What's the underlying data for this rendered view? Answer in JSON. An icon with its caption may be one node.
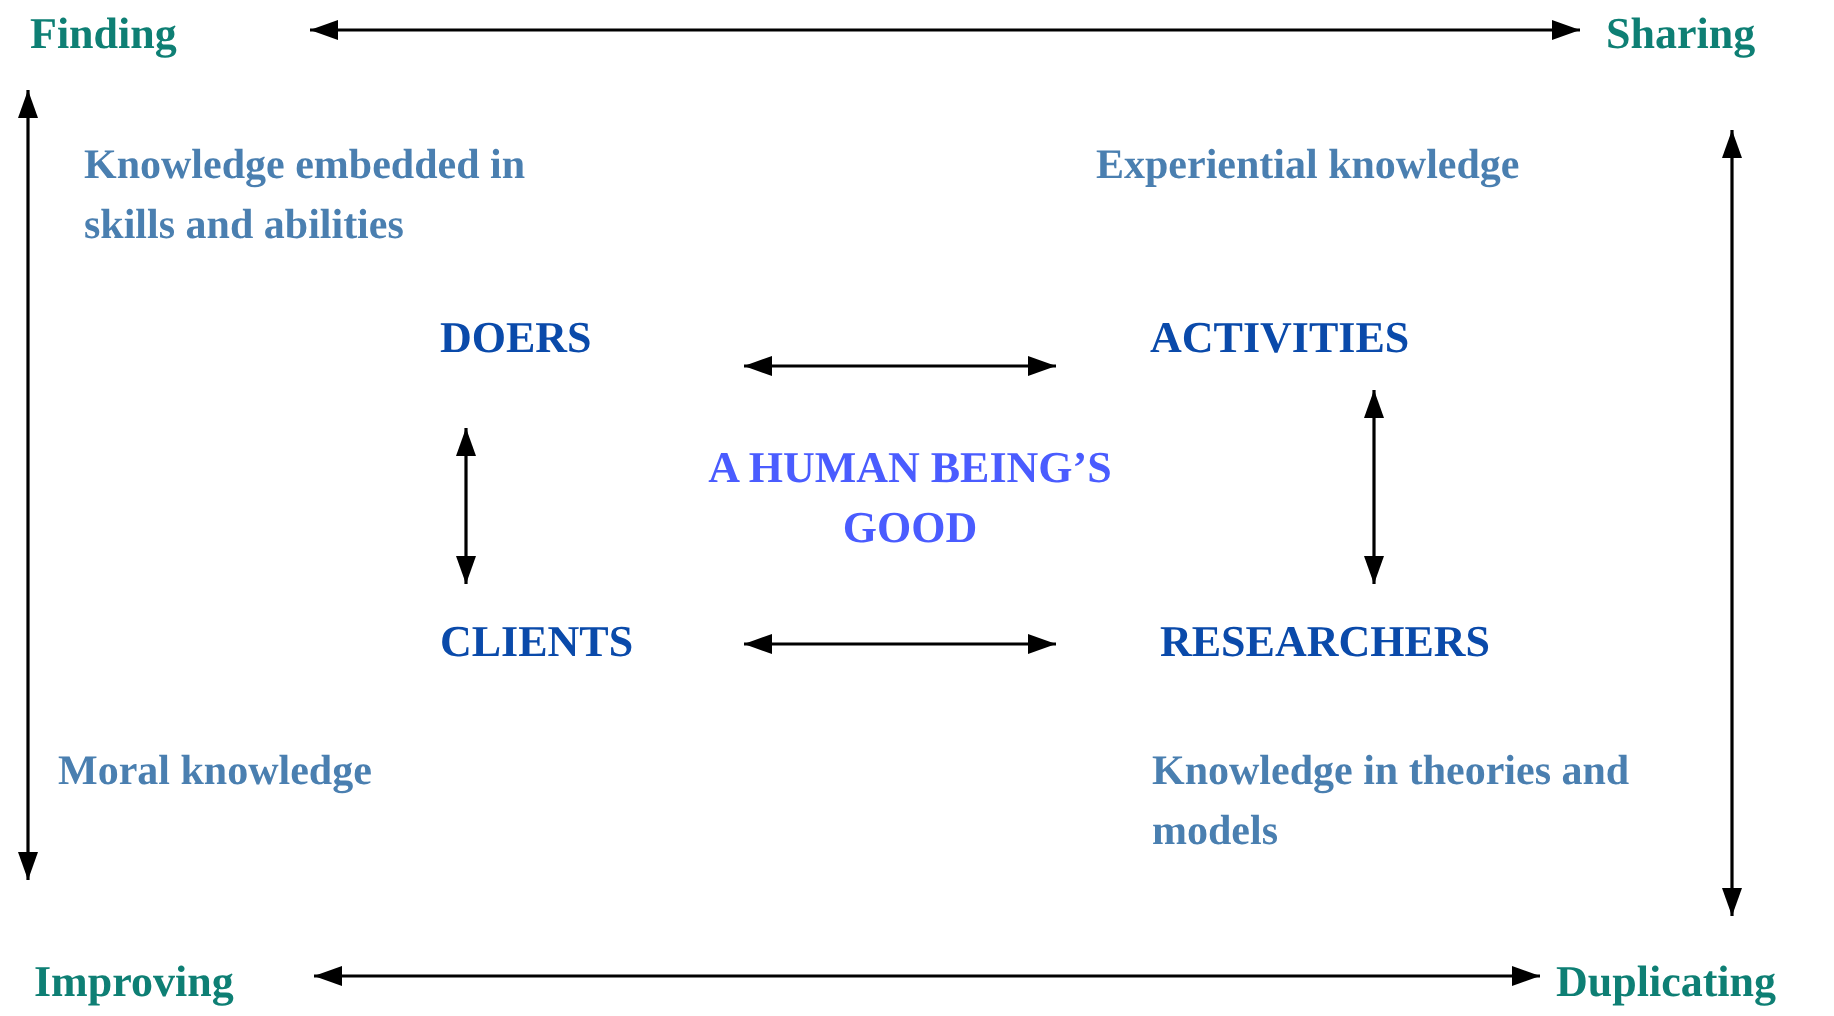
{
  "diagram": {
    "nodes": [
      {
        "text": [
          "Finding"
        ]
      },
      {
        "text": [
          "Sharing"
        ]
      },
      {
        "text": [
          "DOERS"
        ]
      },
      {
        "text": [
          "ACTIVITIES"
        ]
      },
      {
        "text": [
          "CLIENTS"
        ]
      },
      {
        "text": [
          "RESEARCHERS"
        ]
      },
      {
        "text": [
          "Improving"
        ]
      },
      {
        "text": [
          "Duplicating"
        ]
      }
    ],
    "edges": [
      {
        "from": 0,
        "to": 1,
        "arrow": "both"
      },
      {
        "from": 0,
        "to": 6,
        "arrow": "both"
      },
      {
        "from": 1,
        "to": 7,
        "arrow": "both"
      },
      {
        "from": 2,
        "to": 3,
        "arrow": "both"
      },
      {
        "from": 2,
        "to": 4,
        "arrow": "both"
      },
      {
        "from": 3,
        "to": 5,
        "arrow": "both"
      },
      {
        "from": 4,
        "to": 5,
        "arrow": "both"
      },
      {
        "from": 6,
        "to": 7,
        "arrow": "both"
      }
    ],
    "labels": [
      "Knowledge embedded in skills and abilities",
      "Experiential knowledge",
      "A HUMAN BEING’S GOOD",
      "Moral knowledge",
      "Knowledge in theories and models"
    ]
  }
}
